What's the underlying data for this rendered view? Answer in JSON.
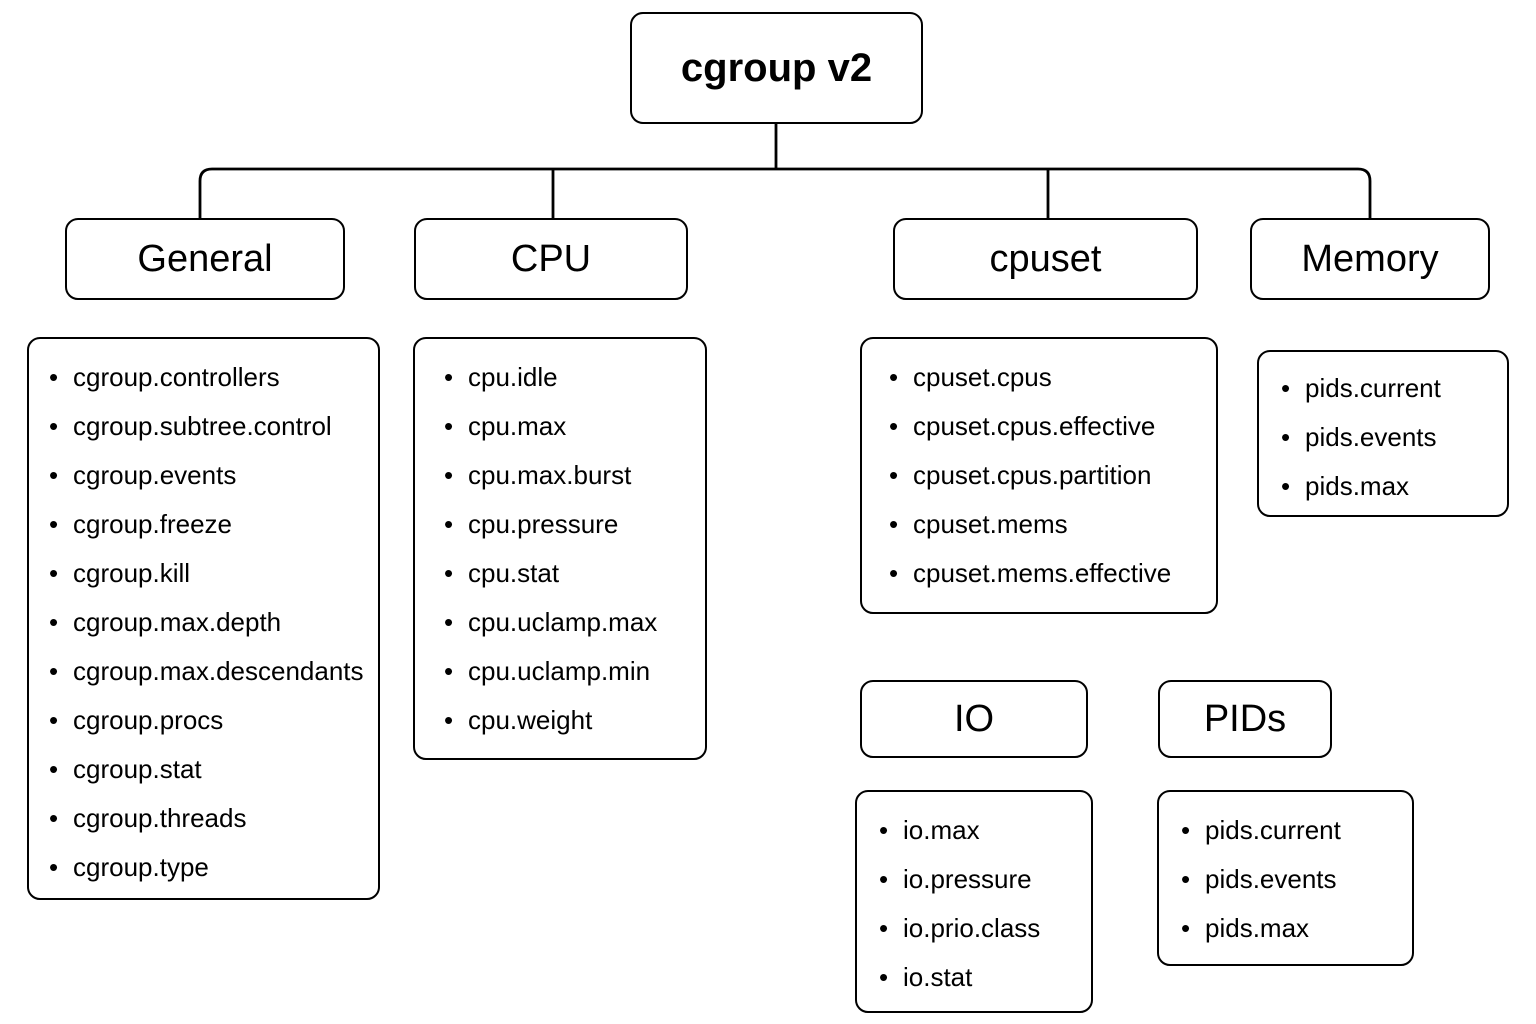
{
  "diagram": {
    "title": "cgroup v2",
    "root": {
      "label": "cgroup v2"
    },
    "branches": [
      {
        "id": "general",
        "label": "General",
        "files": [
          "cgroup.controllers",
          "cgroup.subtree.control",
          "cgroup.events",
          "cgroup.freeze",
          "cgroup.kill",
          "cgroup.max.depth",
          "cgroup.max.descendants",
          "cgroup.procs",
          "cgroup.stat",
          "cgroup.threads",
          "cgroup.type"
        ]
      },
      {
        "id": "cpu",
        "label": "CPU",
        "files": [
          "cpu.idle",
          "cpu.max",
          "cpu.max.burst",
          "cpu.pressure",
          "cpu.stat",
          "cpu.uclamp.max",
          "cpu.uclamp.min",
          "cpu.weight"
        ]
      },
      {
        "id": "cpuset",
        "label": "cpuset",
        "files": [
          "cpuset.cpus",
          "cpuset.cpus.effective",
          "cpuset.cpus.partition",
          "cpuset.mems",
          "cpuset.mems.effective"
        ]
      },
      {
        "id": "memory",
        "label": "Memory",
        "files": [
          "pids.current",
          "pids.events",
          "pids.max"
        ]
      },
      {
        "id": "io",
        "label": "IO",
        "files": [
          "io.max",
          "io.pressure",
          "io.prio.class",
          "io.stat"
        ]
      },
      {
        "id": "pids",
        "label": "PIDs",
        "files": [
          "pids.current",
          "pids.events",
          "pids.max"
        ]
      }
    ],
    "colors": {
      "stroke": "#000000",
      "background": "#ffffff",
      "text": "#000000"
    }
  }
}
